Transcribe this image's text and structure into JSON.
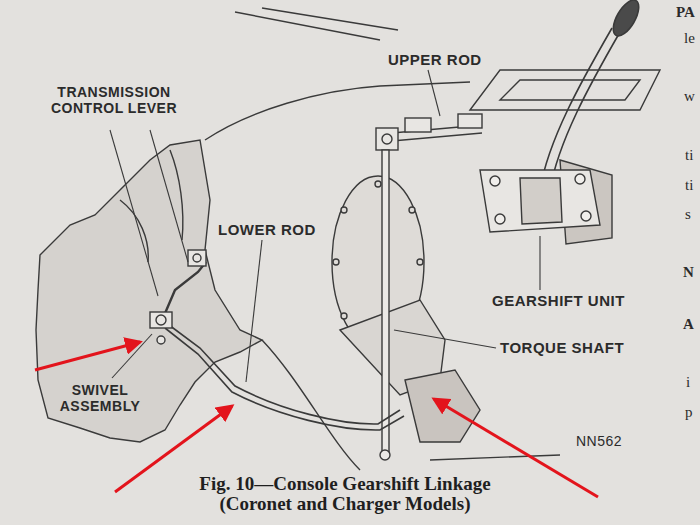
{
  "diagram": {
    "caption": "Fig. 10—Console Gearshift Linkage (Coronet and Charger Models)",
    "labels": [
      "PA",
      "le",
      "UPPER ROD",
      "w",
      "TRANSMISSION CONTROL LEVER",
      "ti",
      "ti",
      "s",
      "LOWER ROD",
      "N",
      "GEARSHIFT UNIT",
      "A",
      "TORQUE SHAFT",
      "i",
      "SWIVEL ASSEMBLY",
      "p",
      "NN562"
    ]
  }
}
